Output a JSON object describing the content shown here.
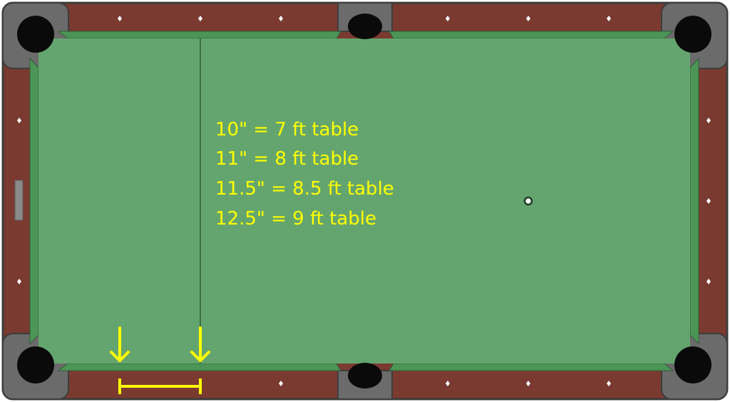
{
  "size_notes": [
    "10\" = 7 ft table",
    "11\" = 8 ft table",
    "11.5\" = 8.5 ft table",
    "12.5\" = 9 ft table"
  ],
  "colors": {
    "felt": "#64a56f",
    "cushion": "#4c9556",
    "rail": "#7a3a30",
    "rail_edge": "#3d3d3d",
    "pocket_frame": "#6b6b6b",
    "pocket_hole": "#0a0a0a",
    "diamond": "#ffffff",
    "annotation": "#ffff00",
    "head_string": "#2f5f38"
  },
  "icons": {
    "arrow": "down-arrow-icon",
    "measure": "dimension-bar-icon",
    "spot": "foot-spot-icon",
    "pocket": "pocket-icon",
    "diamond": "diamond-marker-icon"
  }
}
